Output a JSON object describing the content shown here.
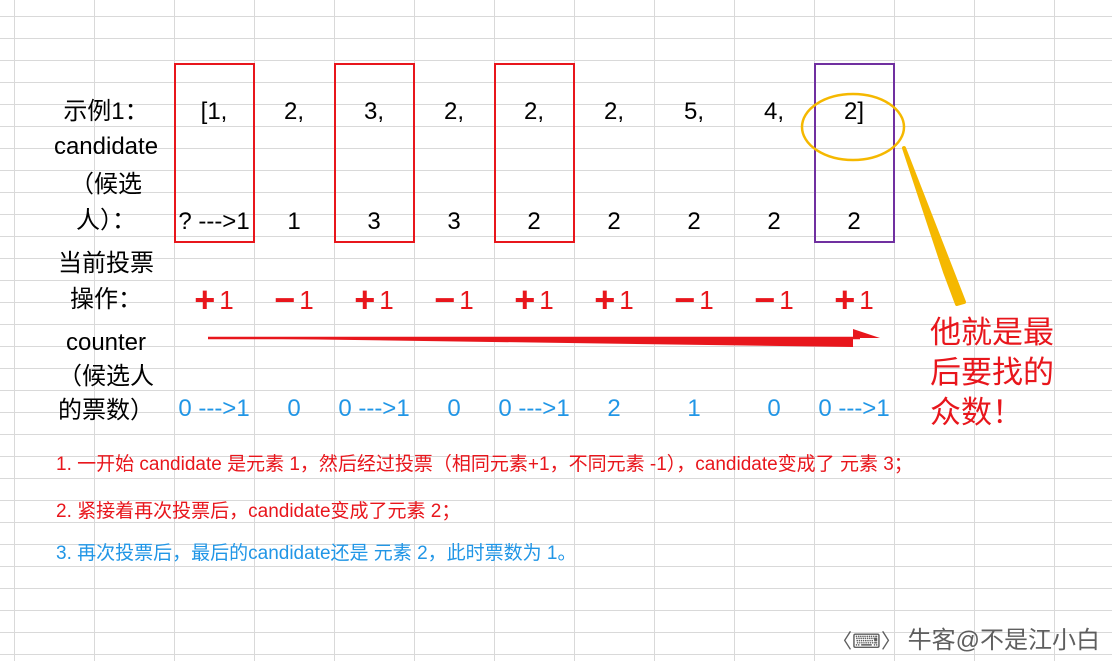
{
  "row_labels": {
    "example": "示例1：",
    "candidate_line1": "candidate",
    "candidate_line2": "（候选",
    "candidate_line3": "人）：",
    "operation_line1": "当前投票",
    "operation_line2": "操作：",
    "counter_line1": "counter",
    "counter_line2": "（候选人",
    "counter_line3": "的票数）"
  },
  "array_values": [
    "[1,",
    "2,",
    "3,",
    "2,",
    "2,",
    "2,",
    "5,",
    "4,",
    "2]"
  ],
  "candidates": [
    "? --->1",
    "1",
    "3",
    "3",
    "2",
    "2",
    "2",
    "2",
    "2"
  ],
  "operations": [
    {
      "sign": "+",
      "value": "1"
    },
    {
      "sign": "−",
      "value": "1"
    },
    {
      "sign": "+",
      "value": "1"
    },
    {
      "sign": "−",
      "value": "1"
    },
    {
      "sign": "+",
      "value": "1"
    },
    {
      "sign": "+",
      "value": "1"
    },
    {
      "sign": "−",
      "value": "1"
    },
    {
      "sign": "−",
      "value": "1"
    },
    {
      "sign": "+",
      "value": "1"
    }
  ],
  "counters": [
    "0 --->1",
    "0",
    "0 --->1",
    "0",
    "0 --->1",
    "2",
    "1",
    "0",
    "0 --->1"
  ],
  "callout": "他就是最后要找的众数！",
  "notes": {
    "line1": "1. 一开始 candidate 是元素 1，然后经过投票（相同元素+1，不同元素 -1），candidate变成了 元素 3；",
    "line2": "2. 紧接着再次投票后，candidate变成了元素 2；",
    "line3": "3. 再次投票后，最后的candidate还是 元素 2，此时票数为 1。"
  },
  "watermark": "牛客@不是江小白",
  "colors": {
    "red": "#e8161c",
    "purple": "#7030a0",
    "gold": "#f5b800",
    "blue": "#2196e6",
    "grid": "#d9d9d9"
  },
  "highlighted_red_columns": [
    0,
    2,
    4
  ],
  "highlighted_purple_column": 8
}
